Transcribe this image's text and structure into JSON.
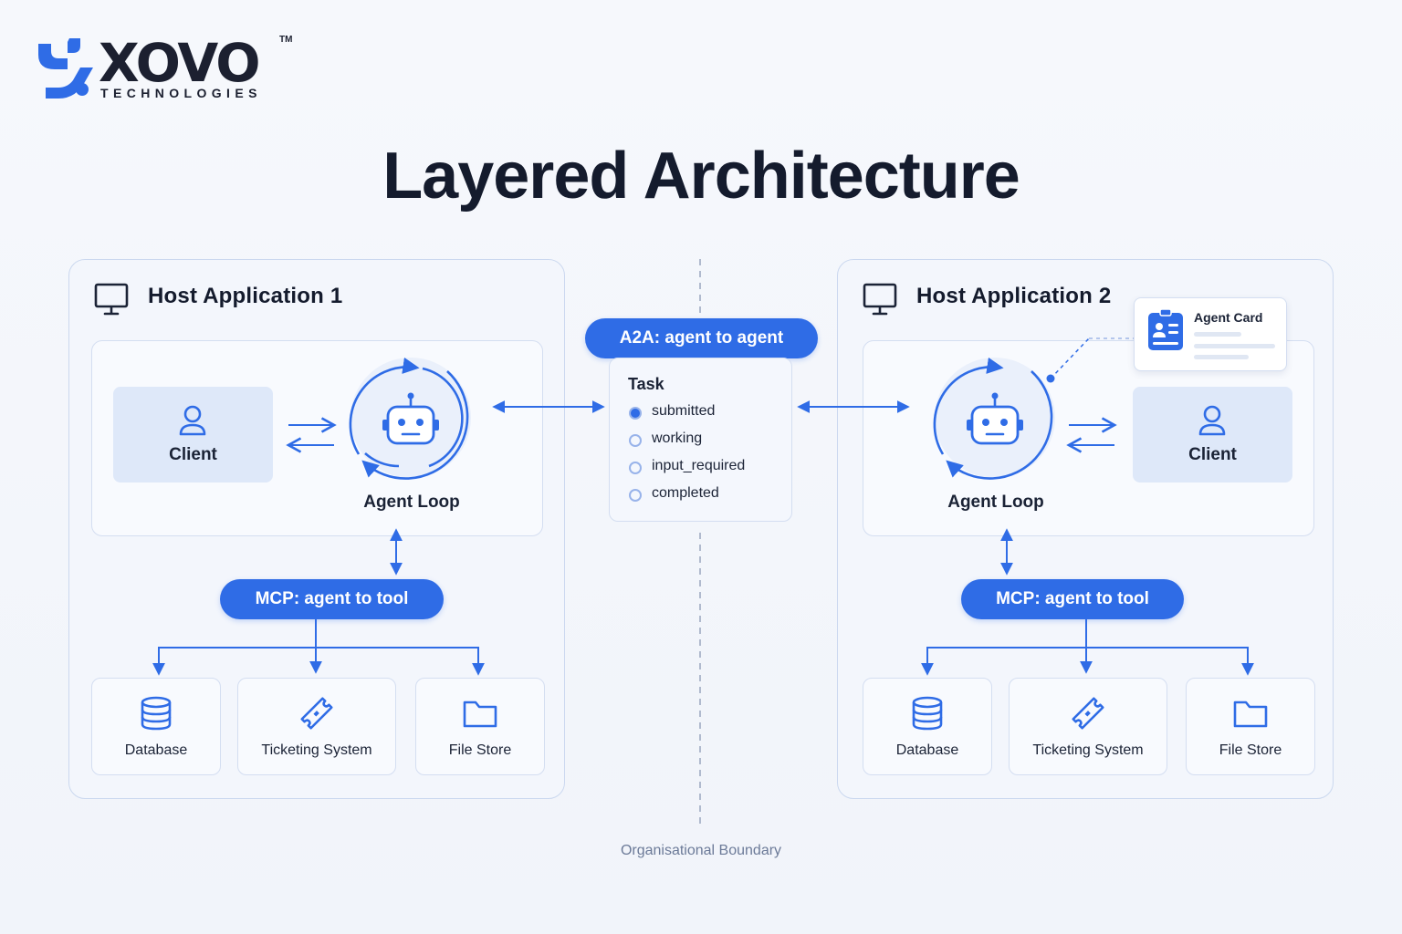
{
  "brand": {
    "name": "XOVO",
    "tm": "TM",
    "tagline": "TECHNOLOGIES"
  },
  "title": "Layered Architecture",
  "colors": {
    "accent": "#2f6ce6",
    "card_bg": "#f3f6fc",
    "border": "#cbd8ef",
    "text": "#141b2d"
  },
  "hosts": [
    {
      "title": "Host Application 1",
      "client_label": "Client",
      "agent_loop_label": "Agent Loop",
      "mcp_label": "MCP: agent to tool",
      "tools": [
        {
          "label": "Database",
          "icon": "database-icon"
        },
        {
          "label": "Ticketing System",
          "icon": "ticket-icon"
        },
        {
          "label": "File Store",
          "icon": "folder-icon"
        }
      ]
    },
    {
      "title": "Host Application 2",
      "client_label": "Client",
      "agent_loop_label": "Agent Loop",
      "mcp_label": "MCP: agent to tool",
      "tools": [
        {
          "label": "Database",
          "icon": "database-icon"
        },
        {
          "label": "Ticketing System",
          "icon": "ticket-icon"
        },
        {
          "label": "File Store",
          "icon": "folder-icon"
        }
      ]
    }
  ],
  "a2a_label": "A2A: agent to agent",
  "task": {
    "title": "Task",
    "states": [
      "submitted",
      "working",
      "input_required",
      "completed"
    ],
    "active_state": "submitted"
  },
  "agent_card": {
    "title": "Agent Card",
    "icon": "id-card-icon"
  },
  "boundary_label": "Organisational Boundary",
  "icons": [
    "monitor-icon",
    "user-icon",
    "robot-icon",
    "database-icon",
    "ticket-icon",
    "folder-icon",
    "id-card-icon"
  ]
}
